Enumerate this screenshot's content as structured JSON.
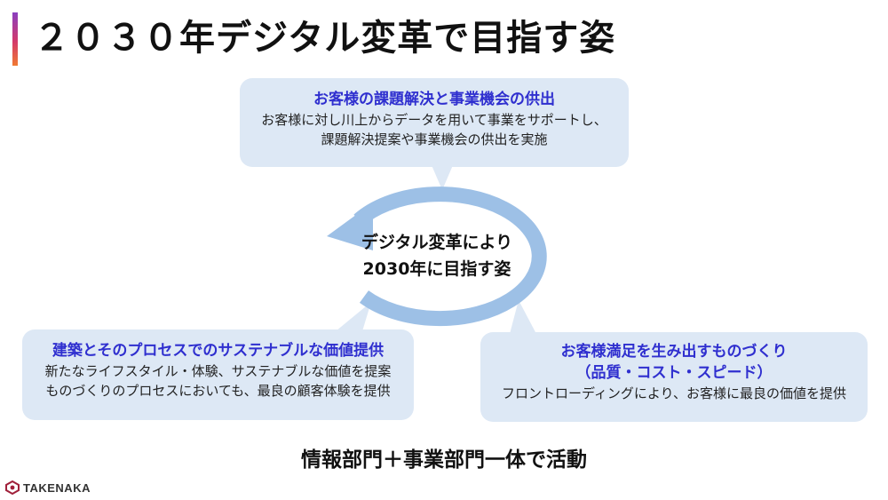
{
  "slide": {
    "title": "２０３０年デジタル変革で目指す姿",
    "center": {
      "line1": "デジタル変革により",
      "line2": "2030年に目指す姿"
    },
    "top_box": {
      "heading": "お客様の課題解決と事業機会の供出",
      "lines": [
        "お客様に対し川上からデータを用いて事業をサポートし、",
        "課題解決提案や事業機会の供出を実施"
      ]
    },
    "left_box": {
      "heading": "建築とそのプロセスでのサステナブルな価値提供",
      "lines": [
        "新たなライフスタイル・体験、サステナブルな価値を提案",
        "ものづくりのプロセスにおいても、最良の顧客体験を提供"
      ]
    },
    "right_box": {
      "heading_lines": [
        "お客様満足を生み出すものづくり",
        "（品質・コスト・スピード）"
      ],
      "lines": [
        "フロントローディングにより、お客様に最良の価値を提供"
      ]
    },
    "footer": "情報部門＋事業部門一体で活動",
    "logo": "TAKENAKA"
  },
  "colors": {
    "box_fill": "#dde8f5",
    "heading_blue": "#2f2fcf",
    "cycle_arrow": "#9dc0e6"
  }
}
